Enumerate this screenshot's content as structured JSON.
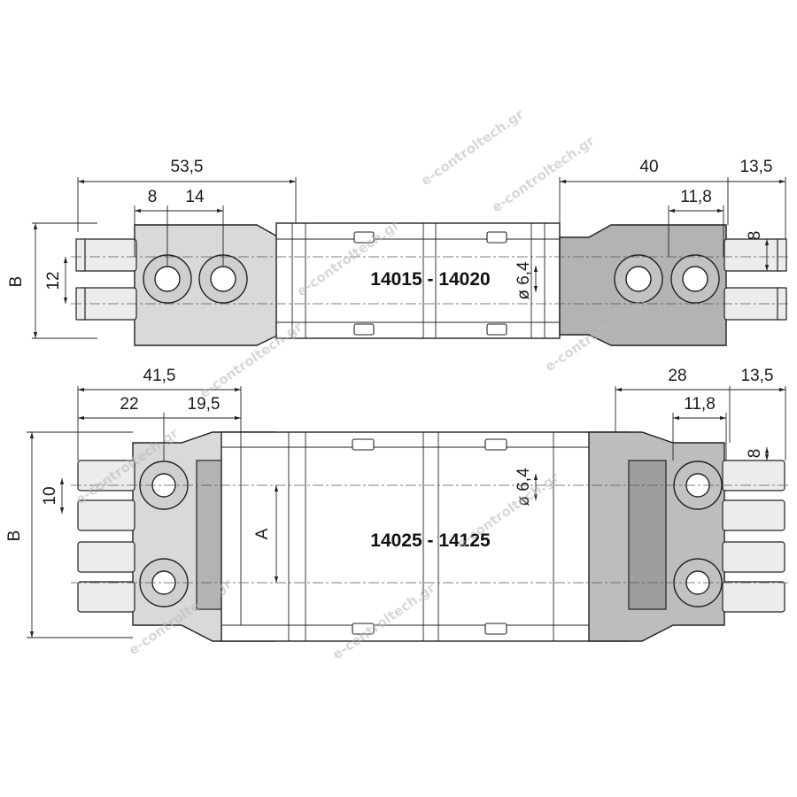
{
  "top": {
    "part_range": "14015 - 14020",
    "dims": {
      "d53_5": "53,5",
      "d8": "8",
      "d14": "14",
      "d40": "40",
      "d13_5": "13,5",
      "d11_8": "11,8",
      "b": "B",
      "d12": "12",
      "d8_right": "8",
      "dia": "ø 6,4"
    }
  },
  "bottom": {
    "part_range": "14025 - 14125",
    "dims": {
      "d41_5": "41,5",
      "d22": "22",
      "d19_5": "19,5",
      "d28": "28",
      "d13_5": "13,5",
      "d11_8": "11,8",
      "b": "B",
      "d10": "10",
      "a": "A",
      "d8_right": "8",
      "dia": "ø 6,4"
    }
  },
  "watermark": "e-controltech.gr"
}
